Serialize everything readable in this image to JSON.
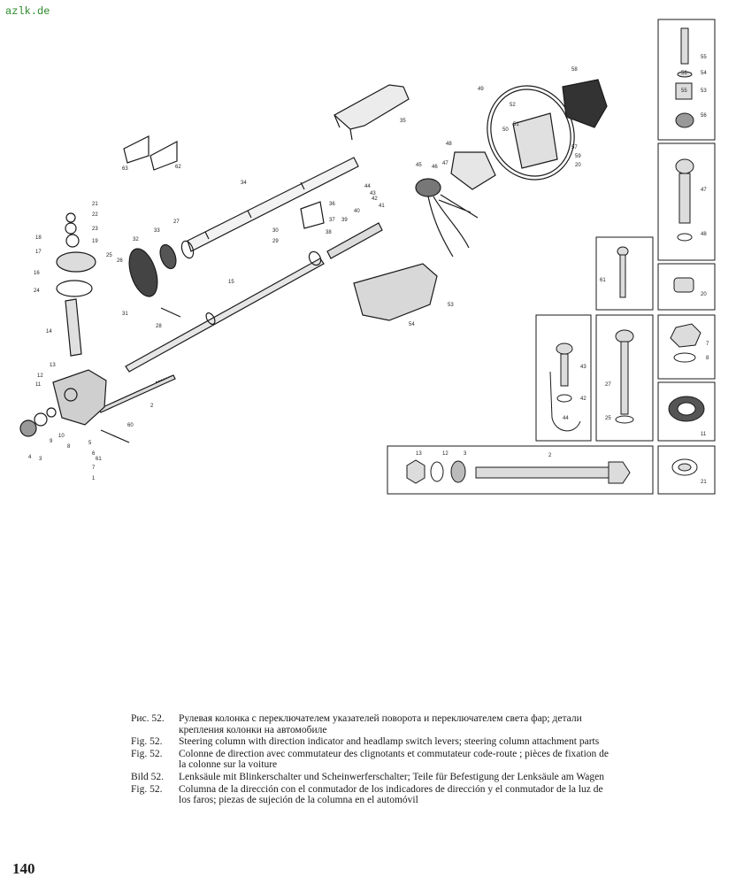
{
  "watermark": "azlk.de",
  "page_number": "140",
  "caption": [
    {
      "label": "Рис. 52.",
      "text": "Рулевая колонка с переключателем указателей поворота и переключателем света фар; детали крепления колонки на автомобиле"
    },
    {
      "label": "Fig. 52.",
      "text": "Steering column with direction indicator and headlamp switch levers; steering column attachment parts"
    },
    {
      "label": "Fig. 52.",
      "text": "Colonne de direction avec commutateur des clignotants et commutateur code-route ; pièces de fixation de la colonne sur la voiture"
    },
    {
      "label": "Bild 52.",
      "text": "Lenksäule mit Blinkerschalter und Scheinwerferschalter; Teile für Befestigung der Lenksäule am Wagen"
    },
    {
      "label": "Fig. 52.",
      "text": "Columna de la dirección con el conmutador de los indicadores de dirección y el conmutador de la luz de los faros; piezas de sujeción de la columna en el automóvil"
    }
  ],
  "callouts": {
    "main": [
      "63",
      "62",
      "35",
      "34",
      "36",
      "37",
      "30",
      "29",
      "38",
      "39",
      "40",
      "44",
      "43",
      "42",
      "41",
      "45",
      "46",
      "47",
      "48",
      "49",
      "52",
      "50",
      "51",
      "57",
      "58",
      "59",
      "20",
      "21",
      "22",
      "23",
      "19",
      "18",
      "17",
      "16",
      "24",
      "25",
      "26",
      "31",
      "32",
      "33",
      "27",
      "28",
      "15",
      "14",
      "13",
      "12",
      "11",
      "10",
      "9",
      "8",
      "3",
      "4",
      "5",
      "6",
      "7",
      "1",
      "2",
      "60",
      "61",
      "53",
      "54",
      "55",
      "56"
    ],
    "inset_col1": [
      "55",
      "54",
      "53",
      "56"
    ],
    "inset_bolt47": [
      "47",
      "48"
    ],
    "inset_61": [
      "61"
    ],
    "inset_20": [
      "20"
    ],
    "inset_nut": [
      "7",
      "8"
    ],
    "inset_ring": [
      "11"
    ],
    "inset_43": [
      "43",
      "42",
      "44"
    ],
    "inset_27": [
      "27",
      "25"
    ],
    "inset_bolt2": [
      "13",
      "12",
      "3",
      "2"
    ],
    "inset_21": [
      "21"
    ]
  }
}
